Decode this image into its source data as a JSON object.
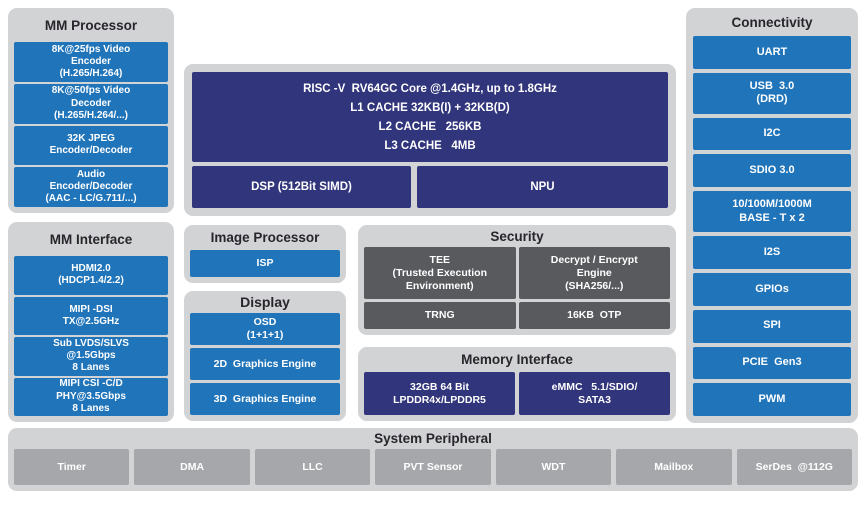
{
  "colors": {
    "accent_blue": "#2074BA",
    "navy": "#31357B",
    "panel_gray": "#D2D3D5",
    "dark_gray": "#595A5E",
    "medium_gray": "#A5A7AA",
    "title_text": "#28262C",
    "box_text": "#FFFFFF",
    "background": "#FFFFFF"
  },
  "panels": {
    "mm_processor": {
      "title": "MM Processor",
      "items": [
        "8K@25fps Video\nEncoder\n(H.265/H.264)",
        "8K@50fps Video\nDecoder\n(H.265/H.264/...)",
        "32K JPEG\nEncoder/Decoder",
        "Audio\nEncoder/Decoder\n(AAC - LC/G.711/...)"
      ]
    },
    "mm_interface": {
      "title": "MM Interface",
      "items": [
        "HDMI2.0\n(HDCP1.4/2.2)",
        "MIPI -DSI\nTX@2.5GHz",
        "Sub LVDS/SLVS\n@1.5Gbps\n8 Lanes",
        "MIPI CSI -C/D\nPHY@3.5Gbps\n8 Lanes"
      ]
    },
    "cpu": {
      "lines": [
        "RISC -V  RV64GC Core @1.4GHz, up to 1.8GHz",
        "L1 CACHE 32KB(I) + 32KB(D)",
        "L2 CACHE   256KB",
        "L3 CACHE   4MB"
      ],
      "dsp": "DSP (512Bit SIMD)",
      "npu": "NPU"
    },
    "image_processor": {
      "title": "Image Processor",
      "items": [
        "ISP"
      ]
    },
    "display": {
      "title": "Display",
      "items": [
        "OSD\n(1+1+1)",
        "2D  Graphics Engine",
        "3D  Graphics Engine"
      ]
    },
    "security": {
      "title": "Security",
      "items": [
        "TEE\n(Trusted Execution\nEnvironment)",
        "Decrypt / Encrypt\nEngine\n(SHA256/...)",
        "TRNG",
        "16KB  OTP"
      ]
    },
    "memory_interface": {
      "title": "Memory Interface",
      "items": [
        "32GB 64 Bit\nLPDDR4x/LPDDR5",
        "eMMC   5.1/SDIO/\nSATA3"
      ]
    },
    "connectivity": {
      "title": "Connectivity",
      "items": [
        "UART",
        "USB  3.0\n(DRD)",
        "I2C",
        "SDIO 3.0",
        "10/100M/1000M\nBASE - T x 2",
        "I2S",
        "GPIOs",
        "SPI",
        "PCIE  Gen3",
        "PWM"
      ]
    },
    "system_peripheral": {
      "title": "System Peripheral",
      "items": [
        "Timer",
        "DMA",
        "LLC",
        "PVT Sensor",
        "WDT",
        "Mailbox",
        "SerDes  @112G"
      ]
    }
  }
}
